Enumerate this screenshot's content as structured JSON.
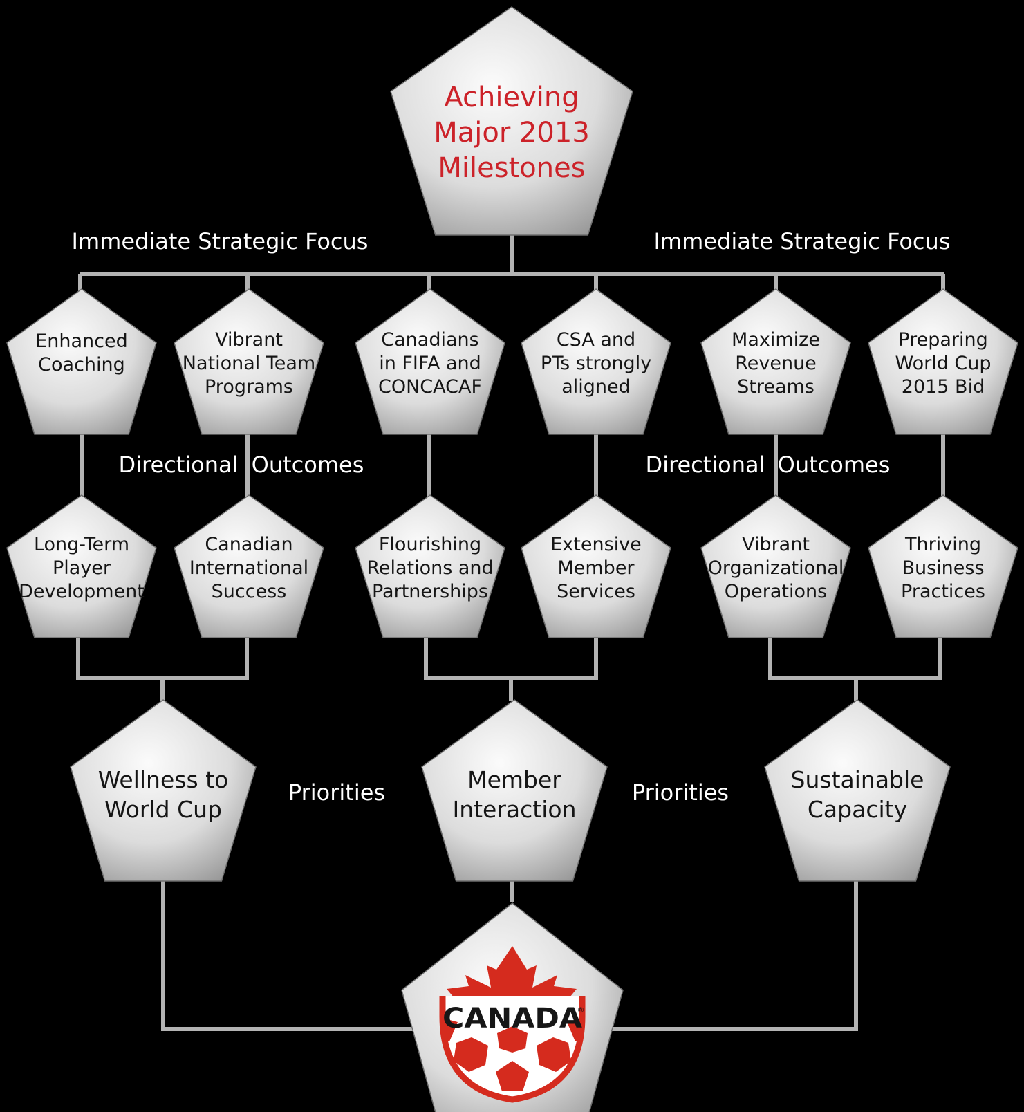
{
  "colors": {
    "background": "#000000",
    "pentagon_fill_light": "#fbfbfb",
    "pentagon_fill_dark": "#8e8e8e",
    "connector": "#b3b3b3",
    "label_text": "#ffffff",
    "title_text": "#cc2229",
    "canada_red": "#d52b1e"
  },
  "title": {
    "lines": [
      "Achieving",
      "Major 2013",
      "Milestones"
    ]
  },
  "labels": {
    "focus_left": "Immediate Strategic Focus",
    "focus_right": "Immediate Strategic Focus",
    "directional_left": "Directional",
    "outcomes_left": "Outcomes",
    "directional_right": "Directional",
    "outcomes_right": "Outcomes",
    "priorities_left": "Priorities",
    "priorities_right": "Priorities"
  },
  "focus_items": [
    {
      "lines": [
        "Enhanced",
        "Coaching"
      ]
    },
    {
      "lines": [
        "Vibrant",
        "National Team",
        "Programs"
      ]
    },
    {
      "lines": [
        "Canadians",
        "in FIFA and",
        "CONCACAF"
      ]
    },
    {
      "lines": [
        "CSA and",
        "PTs strongly",
        "aligned"
      ]
    },
    {
      "lines": [
        "Maximize",
        "Revenue",
        "Streams"
      ]
    },
    {
      "lines": [
        "Preparing",
        "World Cup",
        "2015 Bid"
      ]
    }
  ],
  "outcome_items": [
    {
      "lines": [
        "Long-Term",
        "Player",
        "Development"
      ]
    },
    {
      "lines": [
        "Canadian",
        "International",
        "Success"
      ]
    },
    {
      "lines": [
        "Flourishing",
        "Relations and",
        "Partnerships"
      ]
    },
    {
      "lines": [
        "Extensive",
        "Member",
        "Services"
      ]
    },
    {
      "lines": [
        "Vibrant",
        "Organizational",
        "Operations"
      ]
    },
    {
      "lines": [
        "Thriving",
        "Business",
        "Practices"
      ]
    }
  ],
  "priority_items": [
    {
      "lines": [
        "Wellness to",
        "World Cup"
      ]
    },
    {
      "lines": [
        "Member",
        "Interaction"
      ]
    },
    {
      "lines": [
        "Sustainable",
        "Capacity"
      ]
    }
  ],
  "logo": {
    "wordmark": "CANADA",
    "registered_mark": "®",
    "icon": "maple-leaf-soccer-ball-icon"
  }
}
